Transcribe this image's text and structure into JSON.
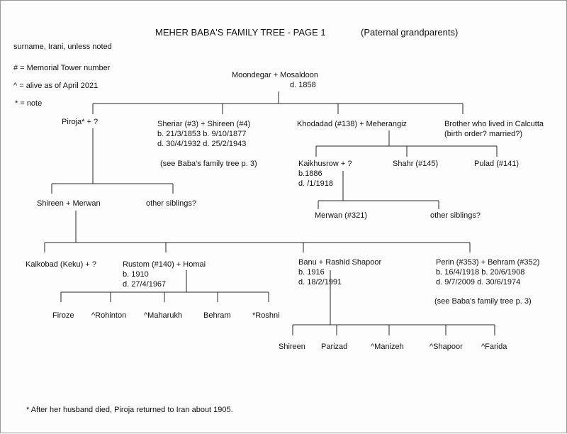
{
  "title": "MEHER BABA'S FAMILY TREE - PAGE 1",
  "subtitle": "(Paternal grandparents)",
  "legend": {
    "surname": "surname, Irani, unless noted",
    "hash": "# = Memorial Tower number",
    "caret": "^ = alive as of April 2021",
    "star": "* = note"
  },
  "gen1": {
    "couple": "Moondegar  +  Mosaldoon",
    "death": "d.  1858"
  },
  "gen2": {
    "piroja": "Piroja*  +  ?",
    "sheriar": {
      "couple": "Sheriar (#3)  +  Shireen (#4)",
      "births": "b. 21/3/1853     b.  9/10/1877",
      "deaths": "d.  30/4/1932    d.  25/2/1943",
      "note": "(see Baba's family tree p. 3)"
    },
    "khodadad": "Khodadad (#138)  +  Meherangiz",
    "brother": {
      "line1": "Brother who lived in Calcutta",
      "line2": "(birth order? married?)"
    }
  },
  "gen3": {
    "kaikhusrow": {
      "couple": "Kaikhusrow  +  ?",
      "birth": "b.1886",
      "death": "d.  /1/1918"
    },
    "shahr": "Shahr (#145)",
    "pulad": "Pulad (#141)",
    "shireen_merwan": "Shireen  +  Merwan",
    "other_siblings_piroja": "other siblings?"
  },
  "gen4": {
    "merwan321": "Merwan (#321)",
    "other_siblings_kaikhusrow": "other siblings?",
    "kaikobad": "Kaikobad (Keku)  +  ?",
    "rustom": {
      "couple": "Rustom (#140)  +  Homai",
      "birth": "b.  1910",
      "death": "d.  27/4/1967"
    },
    "banu": {
      "couple": "Banu  +  Rashid Shapoor",
      "birth": "b. 1916",
      "death": "d.  18/2/1991"
    },
    "perin": {
      "couple": "Perin (#353)  +  Behram (#352)",
      "births": "b.  16/4/1918     b.  20/6/1908",
      "deaths": "d.     9/7/2009     d.  30/6/1974",
      "note": "(see Baba's family tree p. 3)"
    }
  },
  "gen5": {
    "rustom_children": [
      "Firoze",
      "^Rohinton",
      "^Maharukh",
      "Behram",
      "*Roshni"
    ],
    "banu_children": [
      "Shireen",
      "Parizad",
      "^Manizeh",
      "^Shapoor",
      "^Farida"
    ]
  },
  "footnote": "*  After her husband died, Piroja returned to Iran about 1905."
}
